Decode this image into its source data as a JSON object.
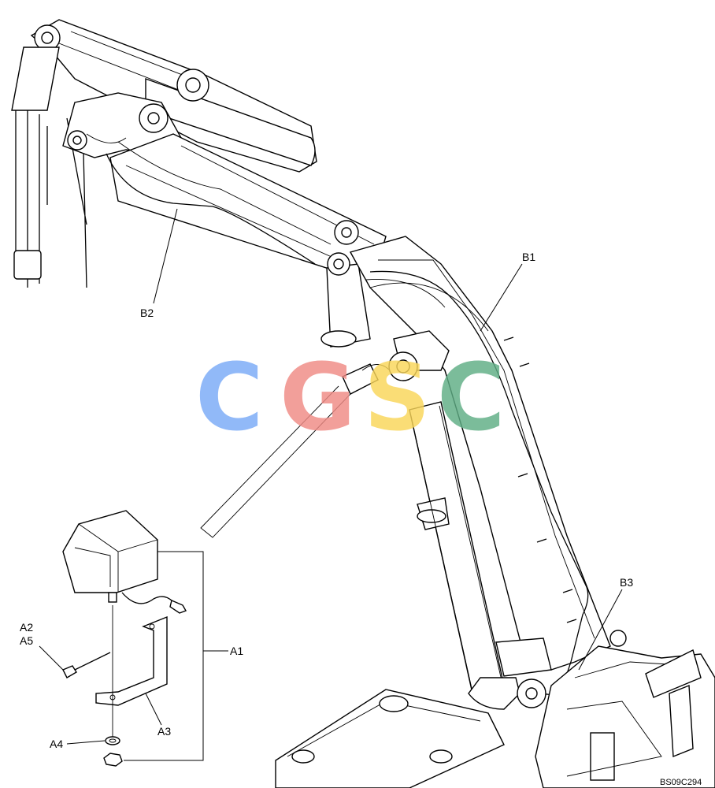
{
  "callouts": {
    "b1": "B1",
    "b2": "B2",
    "b3": "B3",
    "a1": "A1",
    "a2": "A2",
    "a5": "A5",
    "a3": "A3",
    "a4": "A4"
  },
  "drawing_code": "BS09C294",
  "watermark": {
    "letters": [
      "C",
      "G",
      "S",
      "C"
    ],
    "colors": [
      "#7aaaf7",
      "#f08a84",
      "#f9d659",
      "#5fae85"
    ]
  }
}
